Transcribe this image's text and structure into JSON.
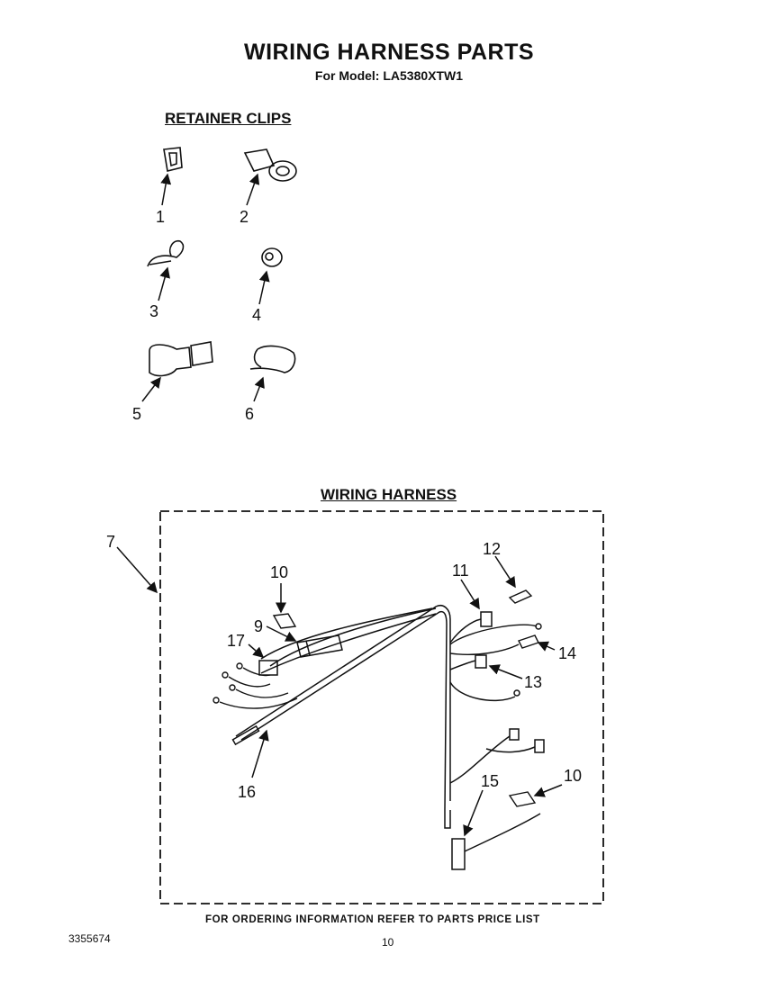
{
  "header": {
    "title": "WIRING HARNESS PARTS",
    "subtitle": "For Model: LA5380XTW1"
  },
  "sections": {
    "retainer_clips": "RETAINER CLIPS",
    "wiring_harness": "WIRING HARNESS"
  },
  "callouts": {
    "c1": "1",
    "c2": "2",
    "c3": "3",
    "c4": "4",
    "c5": "5",
    "c6": "6",
    "c7": "7",
    "c9": "9",
    "c10a": "10",
    "c10b": "10",
    "c11": "11",
    "c12": "12",
    "c13": "13",
    "c14": "14",
    "c15": "15",
    "c16": "16",
    "c17": "17"
  },
  "footer": {
    "ordering_note": "FOR ORDERING INFORMATION REFER TO PARTS PRICE LIST",
    "doc_number": "3355674",
    "page_number": "10"
  }
}
